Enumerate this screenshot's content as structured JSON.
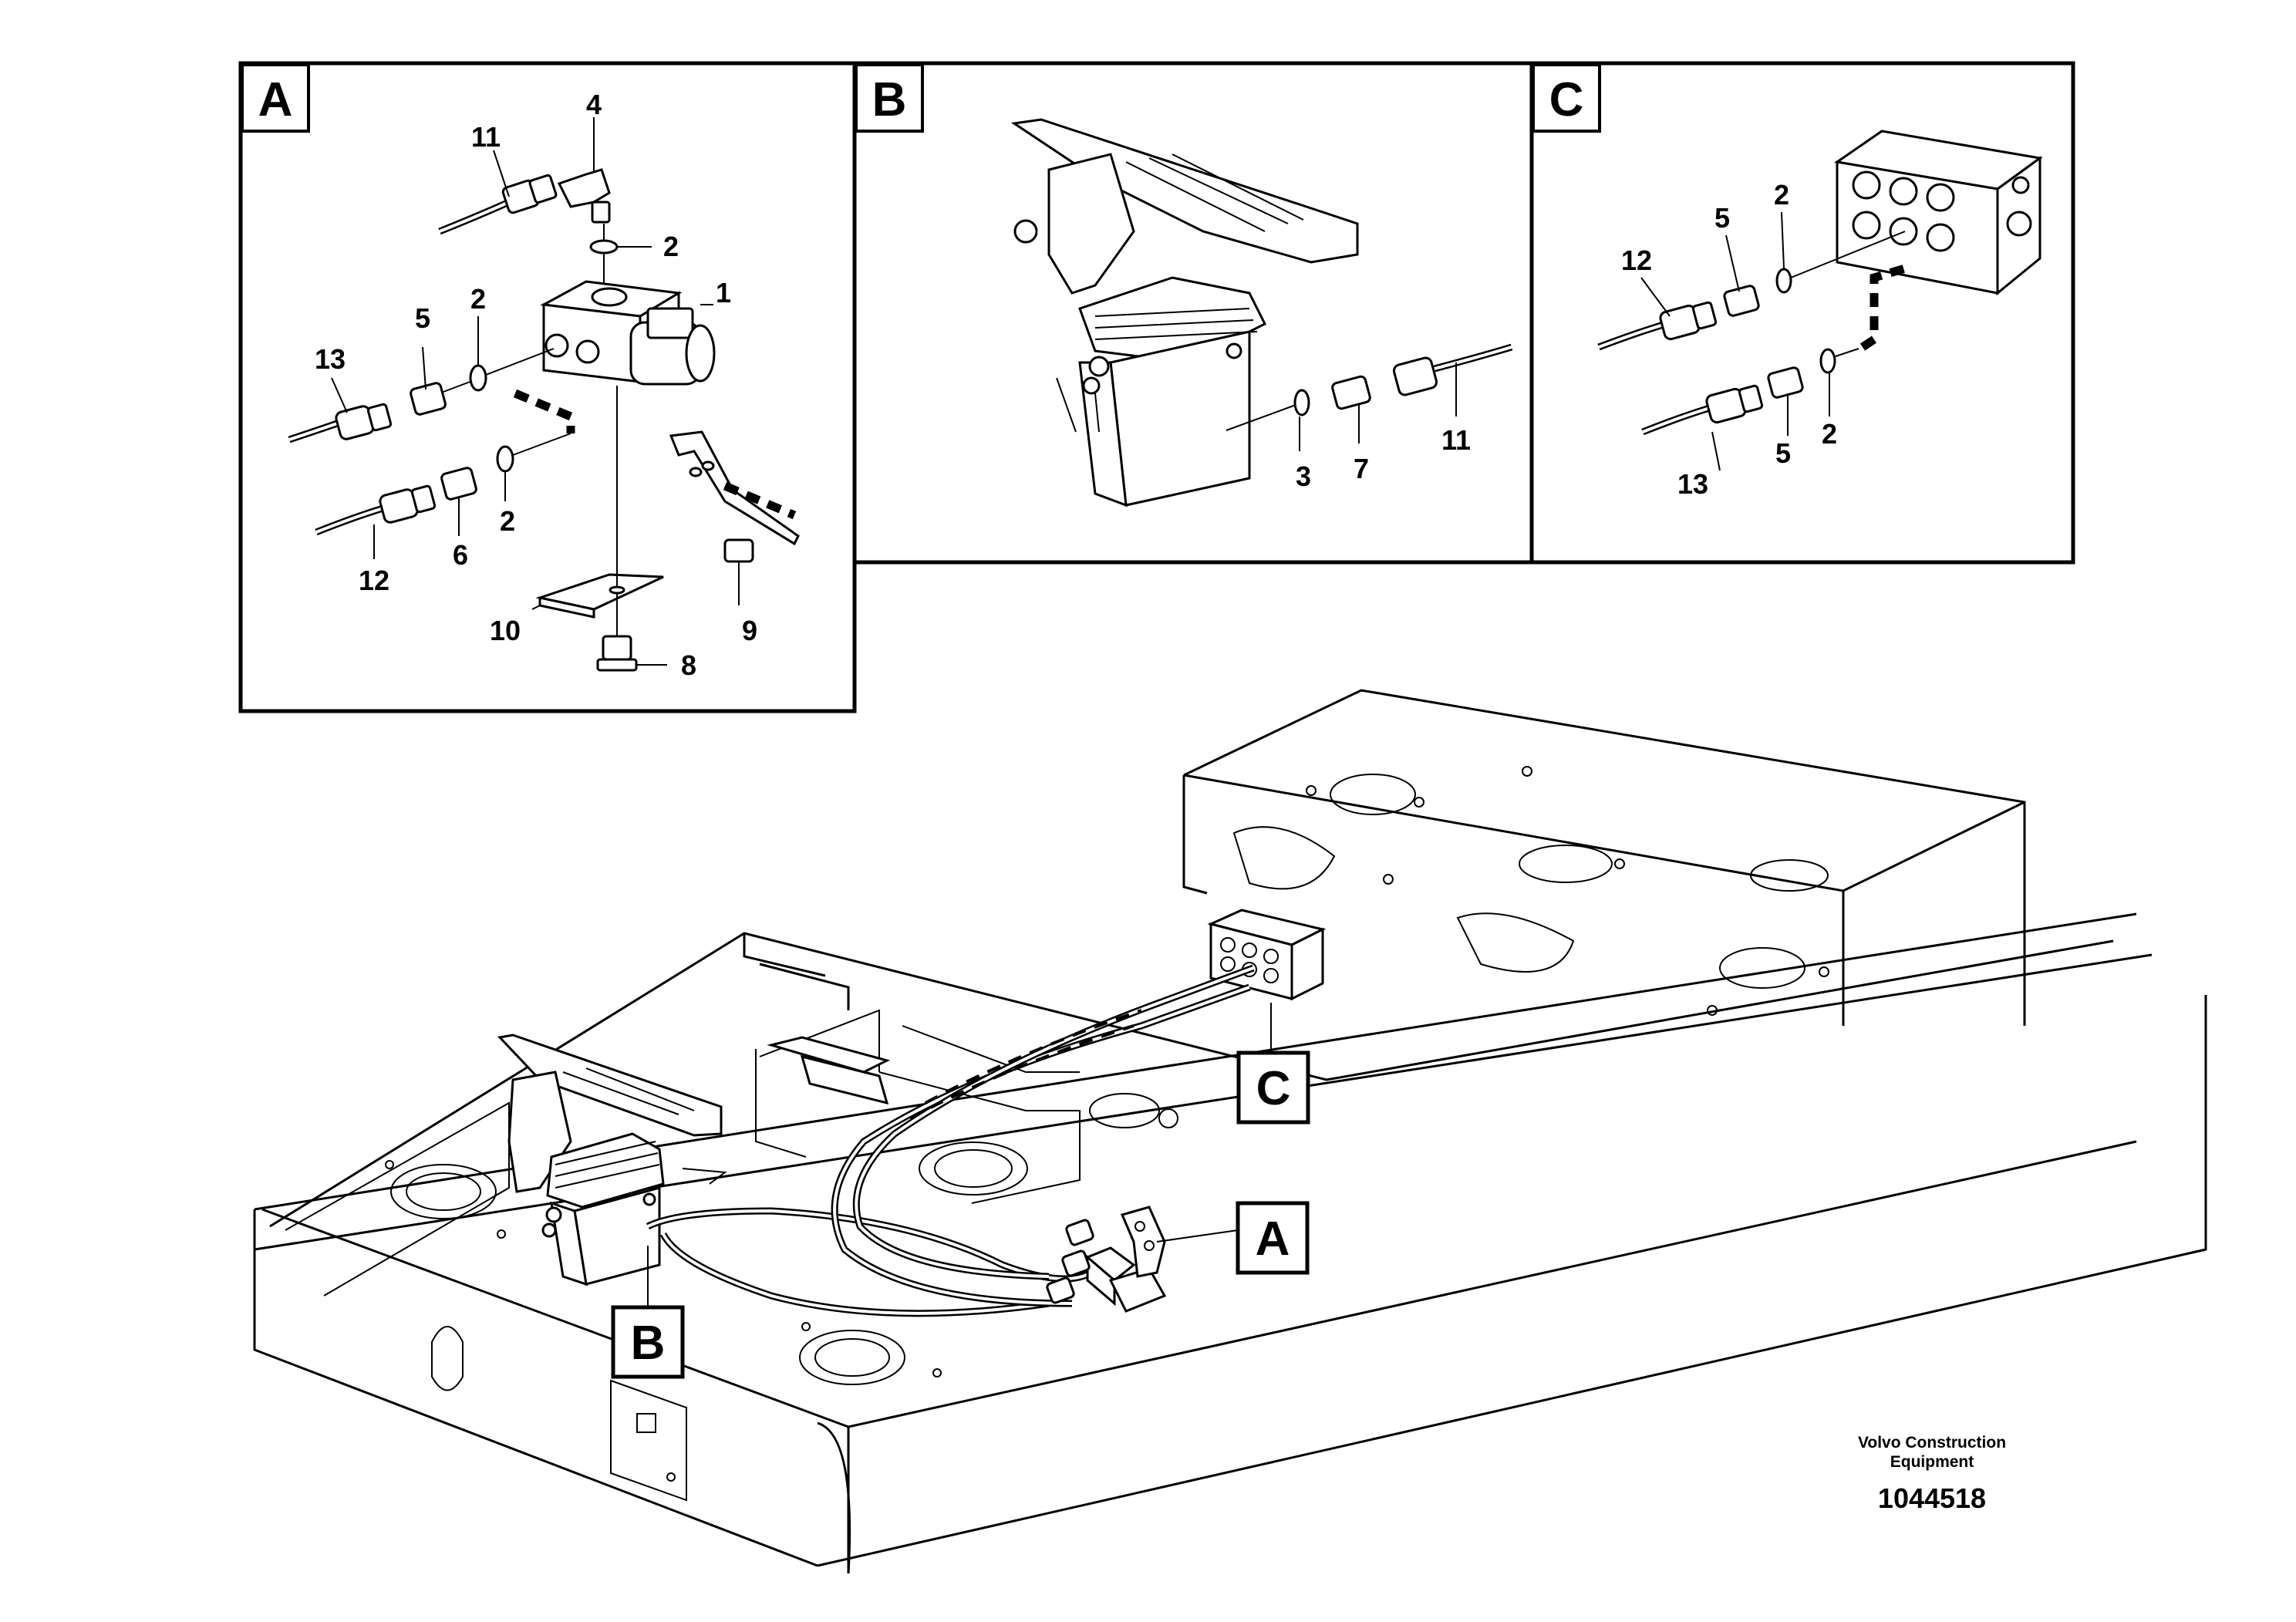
{
  "colors": {
    "line": "#000000",
    "background": "#ffffff"
  },
  "panels": [
    {
      "id": "A",
      "label": "A"
    },
    {
      "id": "B",
      "label": "B"
    },
    {
      "id": "C",
      "label": "C"
    }
  ],
  "callouts": {
    "A": [
      "11",
      "4",
      "2",
      "1",
      "5",
      "2",
      "13",
      "2",
      "6",
      "12",
      "10",
      "9",
      "8"
    ],
    "B": [
      "3",
      "7",
      "11"
    ],
    "C": [
      "12",
      "5",
      "2",
      "13",
      "5",
      "2"
    ]
  },
  "main_tags": {
    "C": "C",
    "A": "A",
    "B": "B"
  },
  "footer": {
    "brand_line1": "Volvo Construction",
    "brand_line2": "Equipment",
    "drawing_number": "1044518"
  }
}
